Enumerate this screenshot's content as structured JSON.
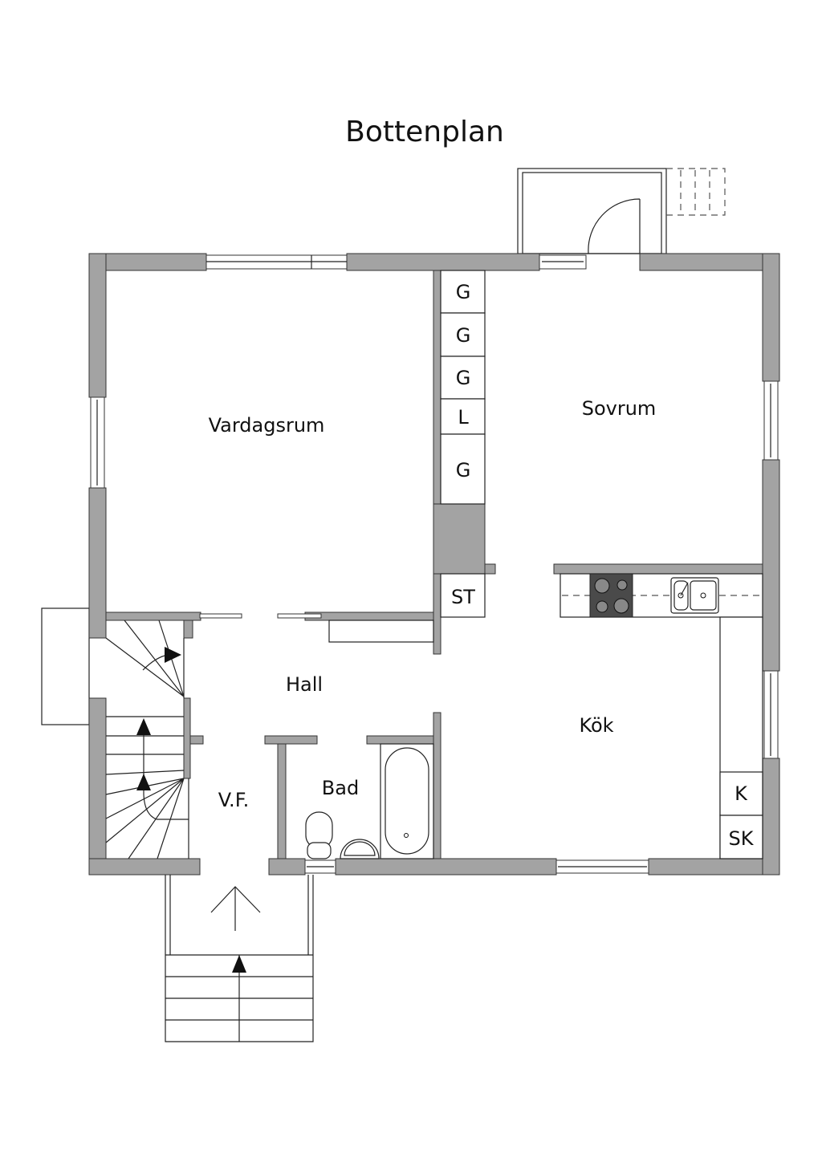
{
  "title": "Bottenplan",
  "rooms": {
    "vardagsrum": "Vardagsrum",
    "sovrum": "Sovrum",
    "hall": "Hall",
    "kok": "Kök",
    "bad": "Bad",
    "vf": "V.F."
  },
  "closets": [
    "G",
    "G",
    "G",
    "L",
    "G"
  ],
  "storage": "ST",
  "kitchen_units": [
    "K",
    "SK"
  ],
  "colors": {
    "wall": "#a3a3a3",
    "stove": "#4a4a4a"
  }
}
